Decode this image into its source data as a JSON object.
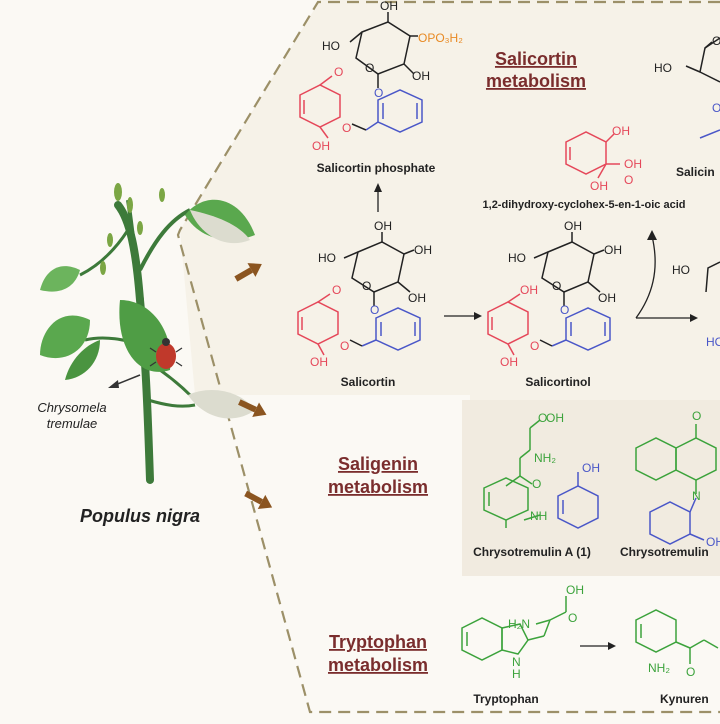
{
  "plant": {
    "name": "Populus nigra"
  },
  "insect": {
    "name_line1": "Chrysomela",
    "name_line2": "tremulae"
  },
  "sections": [
    {
      "line1": "Salicortin",
      "line2": "metabolism"
    },
    {
      "line1": "Saligenin",
      "line2": "metabolism"
    },
    {
      "line1": "Tryptophan",
      "line2": "metabolism"
    }
  ],
  "compounds": {
    "salicortin_phosphate": "Salicortin phosphate",
    "dihydroxy_acid": "1,2-dihydroxy-cyclohex-5-en-1-oic acid",
    "salicin": "Salicin",
    "salicortin": "Salicortin",
    "salicortinol": "Salicortinol",
    "chrysotremulin_a": "Chrysotremulin A (1)",
    "chrysotremulin_b": "Chrysotremulin",
    "tryptophan": "Tryptophan",
    "kynurenine": "Kynuren"
  },
  "atom_labels": {
    "oh": "OH",
    "ho": "HO",
    "o": "O",
    "opo3h2": "OPO₃H₂",
    "nh2": "NH₂",
    "h2n": "H₂N",
    "nh": "NH",
    "n": "N",
    "h": "H"
  },
  "colors": {
    "background": "#fbf9f4",
    "salicortin_box": "#f6f2e8",
    "saligenin_box": "#f1ebe0",
    "tryptophan_box": "#fbf9f4",
    "dashed_border": "#9c9068",
    "section_title": "#7a2d2d",
    "arrow_brown": "#8b5520",
    "red_fragment": "#e5485a",
    "blue_fragment": "#4a57c8",
    "green_fragment": "#3ca33c",
    "orange_phosphate": "#e88a24",
    "leaf": "#5aa84e",
    "leaf_dark": "#3f8a3a",
    "stem": "#3d7a3a"
  }
}
